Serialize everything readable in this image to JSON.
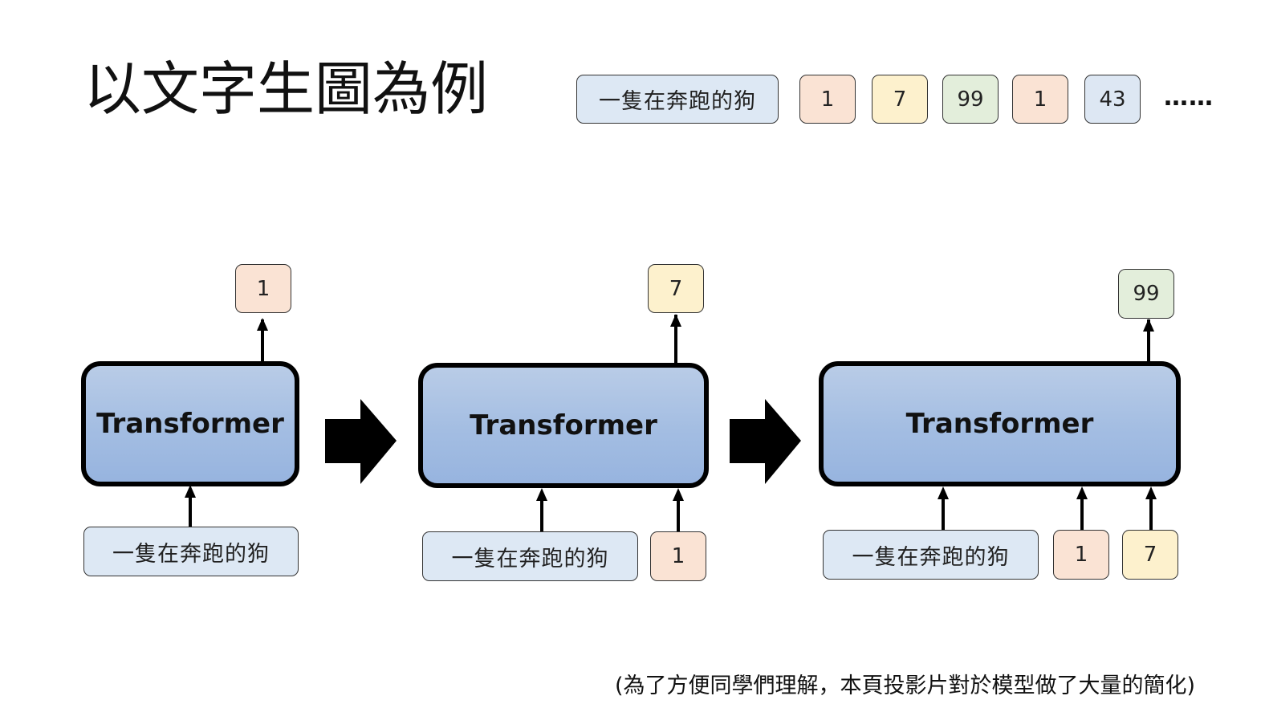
{
  "title": "以文字生圖為例",
  "sequence": {
    "prompt": "一隻在奔跑的狗",
    "tokens": [
      "1",
      "7",
      "99",
      "1",
      "43"
    ],
    "ellipsis": "……"
  },
  "model_label": "Transformer",
  "steps": [
    {
      "inputs": [
        "一隻在奔跑的狗"
      ],
      "output": "1"
    },
    {
      "inputs": [
        "一隻在奔跑的狗",
        "1"
      ],
      "output": "7"
    },
    {
      "inputs": [
        "一隻在奔跑的狗",
        "1",
        "7"
      ],
      "output": "99"
    }
  ],
  "caption": "(為了方便同學們理解，本頁投影片對於模型做了大量的簡化)",
  "colors": {
    "prompt": "#dde8f4",
    "token_1": "#fae3d4",
    "token_7": "#fdf1cd",
    "token_99": "#e3eedb",
    "token_43": "#dde7f3",
    "transformer_fill": "#a3bde2",
    "transformer_border": "#000000"
  }
}
